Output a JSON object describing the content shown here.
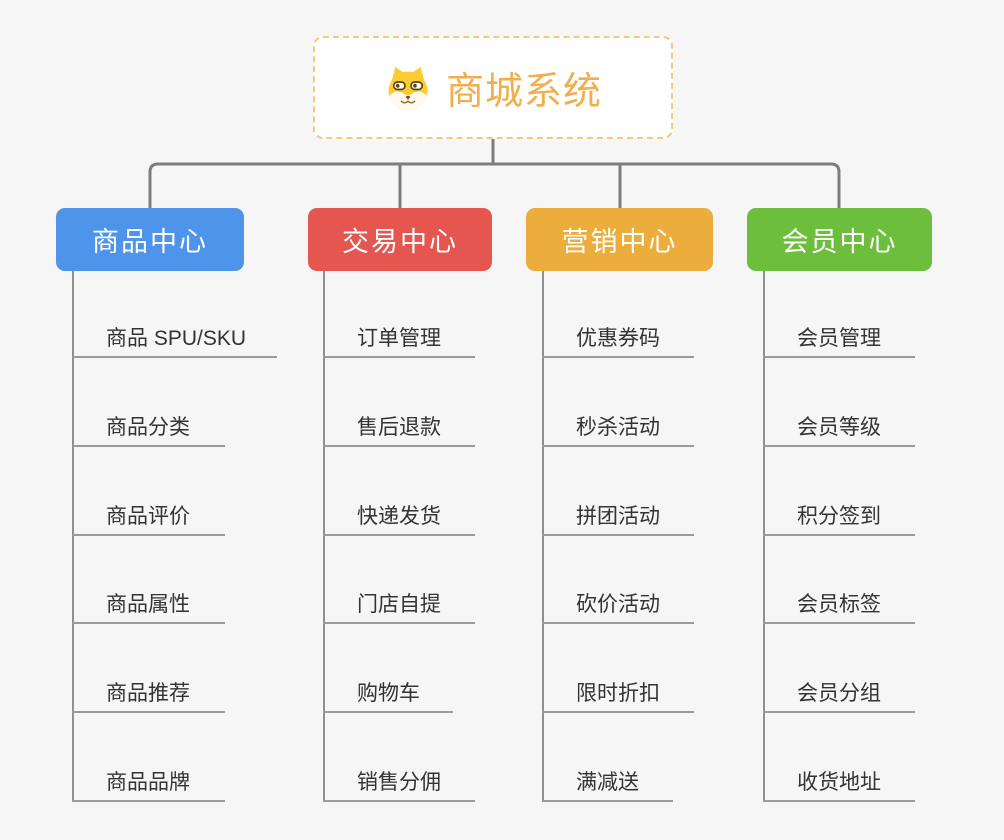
{
  "root": {
    "title": "商城系统",
    "icon": "dog-face-icon",
    "accent_color": "#F0AE4C",
    "border_color": "#F6C87D"
  },
  "branches": [
    {
      "label": "商品中心",
      "color": "#4D94EA",
      "children": [
        "商品 SPU/SKU",
        "商品分类",
        "商品评价",
        "商品属性",
        "商品推荐",
        "商品品牌"
      ]
    },
    {
      "label": "交易中心",
      "color": "#E4564F",
      "children": [
        "订单管理",
        "售后退款",
        "快递发货",
        "门店自提",
        "购物车",
        "销售分佣"
      ]
    },
    {
      "label": "营销中心",
      "color": "#EBAD3B",
      "children": [
        "优惠券码",
        "秒杀活动",
        "拼团活动",
        "砍价活动",
        "限时折扣",
        "满减送"
      ]
    },
    {
      "label": "会员中心",
      "color": "#6EBE3E",
      "children": [
        "会员管理",
        "会员等级",
        "积分签到",
        "会员标签",
        "会员分组",
        "收货地址"
      ]
    }
  ],
  "colors": {
    "background": "#F6F6F6",
    "connector_line": "#7D7D7D",
    "leaf_line": "#909090",
    "leaf_text": "#333333"
  }
}
